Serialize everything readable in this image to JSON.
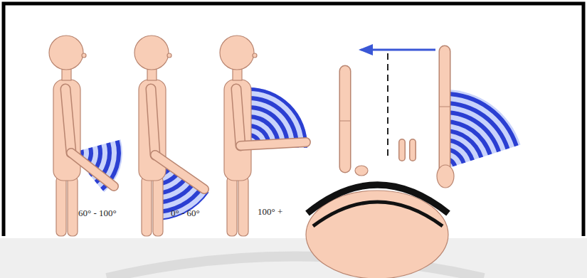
{
  "diagram": {
    "labels": [
      "60° - 100°",
      "0° - 60°",
      "100° +"
    ]
  }
}
